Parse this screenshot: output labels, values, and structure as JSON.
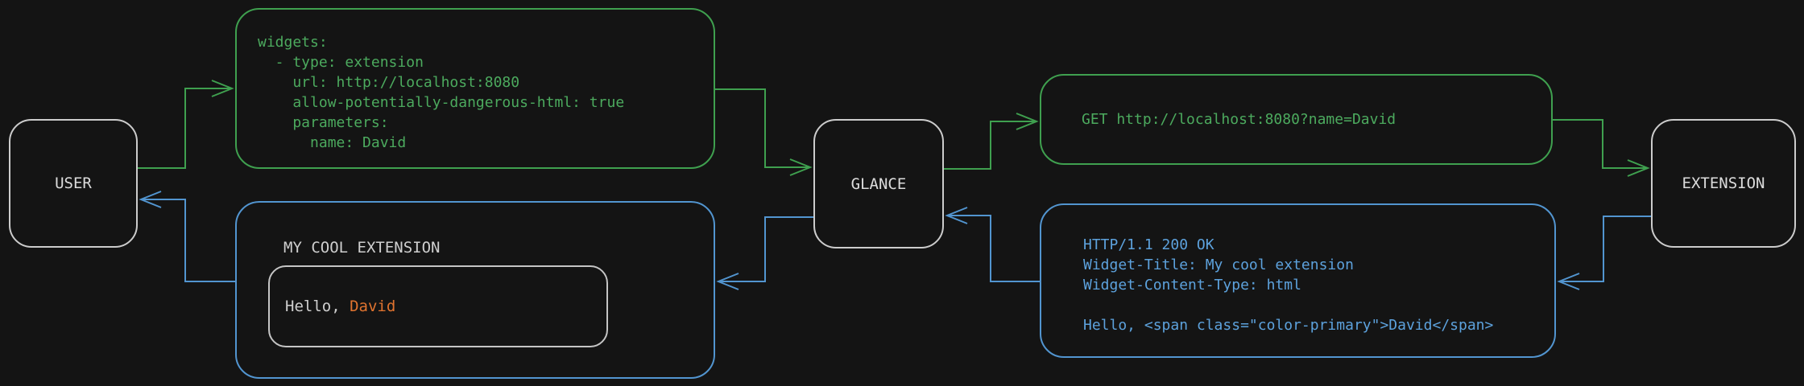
{
  "colors": {
    "background": "#141414",
    "request_green": "#3fa04f",
    "response_blue": "#5295d0",
    "node_border": "#cccccc",
    "text_light": "#cfcfcf",
    "name_highlight_orange": "#e0732f"
  },
  "nodes": {
    "user": {
      "label": "USER"
    },
    "glance": {
      "label": "GLANCE"
    },
    "extension": {
      "label": "EXTENSION"
    }
  },
  "config_box": {
    "lines": [
      "widgets:",
      "  - type: extension",
      "    url: http://localhost:8080",
      "    allow-potentially-dangerous-html: true",
      "    parameters:",
      "      name: David"
    ]
  },
  "request_box": {
    "lines": [
      "GET http://localhost:8080?name=David"
    ]
  },
  "response_box": {
    "lines": [
      "HTTP/1.1 200 OK",
      "Widget-Title: My cool extension",
      "Widget-Content-Type: html",
      "",
      "Hello, <span class=\"color-primary\">David</span>"
    ]
  },
  "widget_box": {
    "title": "MY COOL EXTENSION",
    "greeting_prefix": "Hello, ",
    "greeting_name": "David"
  }
}
